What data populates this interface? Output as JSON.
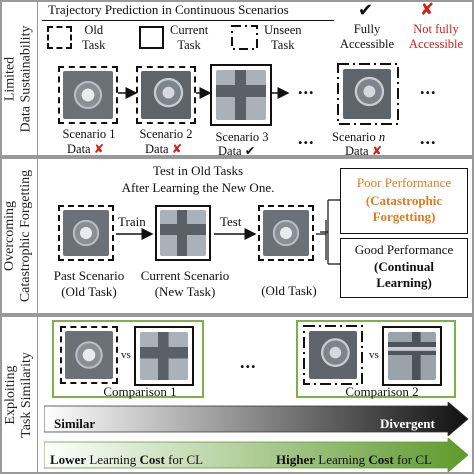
{
  "sections": {
    "limited": "Limited\nData Sustainability",
    "forgetting": "Overcoming\nCatastrophic Forgetting",
    "similarity": "Exploiting\nTask Similarity"
  },
  "legend": {
    "title": "Trajectory Prediction in Continuous Scenarios",
    "old_task": "Old\nTask",
    "current_task": "Current\nTask",
    "unseen_task": "Unseen\nTask",
    "fully_accessible": "Fully\nAccessible",
    "not_fully_accessible": "Not fully\nAccessible",
    "check_glyph": "✔",
    "cross_glyph": "✘"
  },
  "scenarios": [
    {
      "name": "Scenario 1",
      "data": "Data",
      "mark": "✘"
    },
    {
      "name": "Scenario 2",
      "data": "Data",
      "mark": "✘"
    },
    {
      "name": "Scenario 3",
      "data": "Data",
      "mark": "✔"
    },
    {
      "name_prefix": "Scenario ",
      "name_n": "n",
      "data": "Data",
      "mark": "✘"
    }
  ],
  "ellipsis": "...",
  "forgetting": {
    "header": "Test in Old Tasks\nAfter Learning the New One.",
    "past": "Past Scenario\n(Old Task)",
    "current": "Current Scenario\n(New Task)",
    "old": "(Old Task)",
    "train": "Train",
    "test": "Test",
    "poor_title": "Poor Performance",
    "poor_sub": "(Catastrophic\nForgetting)",
    "good_title": "Good Performance",
    "good_sub": "(Continual\nLearning)"
  },
  "similarity": {
    "vs": "vs",
    "comparison1": "Comparison 1",
    "comparison2": "Comparison 2",
    "similar": "Similar",
    "divergent": "Divergent",
    "lower": "Lower",
    "learning1": " Learning ",
    "cost": "Cost",
    "for_cl": " for CL",
    "higher": "Higher"
  },
  "colors": {
    "accent_green": "#7db04a",
    "poor_orange": "#e07b1c",
    "cross_red": "#d0201c"
  }
}
